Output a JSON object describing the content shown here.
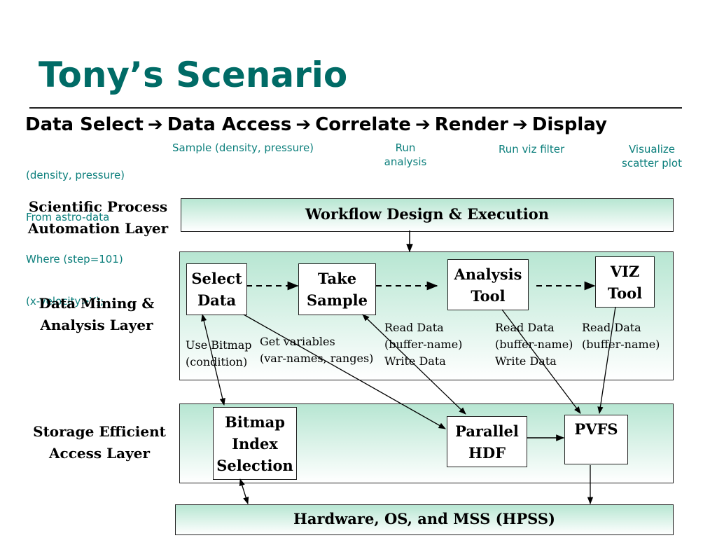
{
  "title": "Tony’s Scenario",
  "pipeline": {
    "steps": [
      "Data Select",
      "Data Access",
      "Correlate",
      "Render",
      "Display"
    ],
    "arrow": "➔"
  },
  "step_details": {
    "select_lines": [
      "(density, pressure)",
      "From astro-data",
      "Where (step=101)",
      "(x-velocity>Y);"
    ],
    "access": "Sample (density, pressure)",
    "correlate_lines": [
      "Run",
      "analysis"
    ],
    "render": "Run viz filter",
    "display_lines": [
      "Visualize",
      "scatter plot"
    ]
  },
  "layers": {
    "process": {
      "label_lines": [
        "Scientific Process",
        "Automation Layer"
      ],
      "bar": "Workflow Design & Execution"
    },
    "mining": {
      "label_lines": [
        "Data Mining &",
        "Analysis Layer"
      ],
      "boxes": {
        "select_data": [
          "Select",
          "Data"
        ],
        "take_sample": [
          "Take",
          "Sample"
        ],
        "analysis_tool": [
          "Analysis",
          "Tool"
        ],
        "viz_tool": [
          "VIZ",
          "Tool"
        ]
      },
      "notes": {
        "use_bitmap": [
          "Use Bitmap",
          "(condition)"
        ],
        "get_variables": [
          "Get variables",
          "(var-names, ranges)"
        ],
        "read_write_1": [
          "Read Data",
          "(buffer-name)",
          "Write Data"
        ],
        "read_write_2": [
          "Read Data",
          "(buffer-name)",
          "Write Data"
        ],
        "read_3": [
          "Read Data",
          "(buffer-name)"
        ]
      }
    },
    "storage": {
      "label_lines": [
        "Storage Efficient",
        "Access Layer"
      ],
      "boxes": {
        "bitmap": [
          "Bitmap",
          "Index",
          "Selection"
        ],
        "parallel_hdf": [
          "Parallel",
          "HDF"
        ],
        "pvfs": [
          "PVFS"
        ]
      }
    },
    "hardware": {
      "bar": "Hardware, OS, and MSS (HPSS)"
    }
  },
  "colors": {
    "title": "#006b66",
    "subtext": "#0c7f7c",
    "layer_fill_top": "#b7e6d2"
  }
}
